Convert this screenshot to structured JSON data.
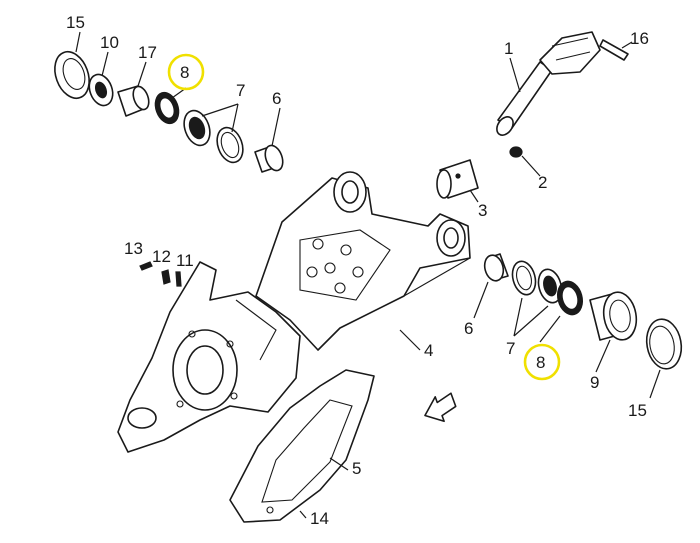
{
  "highlight_color": "#f0e000",
  "labels": {
    "l15a": "15",
    "l10": "10",
    "l17": "17",
    "l8a": "8",
    "l7a": "7",
    "l6a": "6",
    "l1": "1",
    "l16": "16",
    "l2": "2",
    "l3": "3",
    "l13": "13",
    "l12": "12",
    "l11": "11",
    "l6b": "6",
    "l7b": "7",
    "l8b": "8",
    "l9": "9",
    "l15b": "15",
    "l4": "4",
    "l5": "5",
    "l14": "14"
  }
}
